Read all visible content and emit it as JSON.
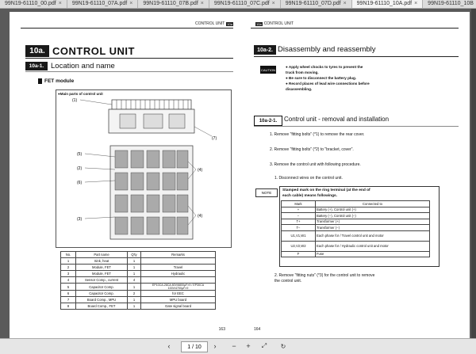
{
  "tabs": [
    "99N19-61110_00.pdf",
    "99N19-61110_07A.pdf",
    "99N19-61110_07B.pdf",
    "99N19-61110_07C.pdf",
    "99N19-61110_07D.pdf",
    "99N19-61110_10A.pdf",
    "99N19-61110_10B"
  ],
  "left_page": {
    "header": "CONTROL UNIT",
    "header_chip": "10a",
    "section_chip": "10a.",
    "section_title": "CONTROL UNIT",
    "sub_chip": "10a-1.",
    "sub_title": "Location and name",
    "module_title": "FET module",
    "diagram_caption": "●Main parts of control unit",
    "diagram_labels": [
      "(1)",
      "(7)",
      "(5)",
      "(2)",
      "(6)",
      "(4)",
      "(3)",
      "(4)"
    ],
    "table_headers": [
      "No.",
      "Part name",
      "Q'ty",
      "Remarks"
    ],
    "table_rows": [
      [
        "1",
        "Sink, heat",
        "1",
        ""
      ],
      [
        "2",
        "Module, FET",
        "1",
        "Travel"
      ],
      [
        "3",
        "Module, FET",
        "1",
        "Hydraulic"
      ],
      [
        "4",
        "Sensor Comp., current",
        "4",
        ""
      ],
      [
        "5",
        "Capacitor Comp.",
        "1",
        "EP10CA-28CA 80V/6800μF×9 / EP30CA 100V/4700μF×9"
      ],
      [
        "6",
        "Capacitor Comp.",
        "2",
        "for EEC"
      ],
      [
        "7",
        "Board Comp., MPU",
        "1",
        "MPU board"
      ],
      [
        "8",
        "Board Comp., FET",
        "1",
        "Gate signal board"
      ]
    ],
    "page_number": "163"
  },
  "right_page": {
    "header": "CONTROL UNIT",
    "header_chip": "10a",
    "section_chip": "10a-2.",
    "section_title": "Disassembly and reassembly",
    "caution_label": "CAUTION",
    "caution_lines": [
      "● Apply wheel chocks to tyres to prevent the",
      "   truck from moving.",
      "● Be sure to disconnect the battery plug.",
      "● Record places of lead wire connections before",
      "   disassembling."
    ],
    "sub_chip": "10a-2-1.",
    "sub_title": "Control unit - removal and installation",
    "steps": [
      "1. Remove \"fitting bolts\" (*1) to remove the rear cover.",
      "2. Remove \"fitting bolts\" (*2) to \"bracket, cover\".",
      "3. Remove the control unit with following procedure.",
      "1. Disconnect wires on the control unit."
    ],
    "note_label": "NOTE",
    "note_text": [
      "Stamped mark on the ring terminal (at the end of",
      "each cable) means followings."
    ],
    "conn_headers": [
      "Mark",
      "Connected to"
    ],
    "conn_rows": [
      [
        "+",
        "Battery (+), Control unit (+)"
      ],
      [
        "−",
        "Battery (−), Control unit (−)"
      ],
      [
        "T+",
        "Transformer (+)"
      ],
      [
        "T−",
        "Transformer (−)"
      ],
      [
        "U1,V1,W1",
        "Each phase for / Travel control unit and motor"
      ],
      [
        "U2,V2,W2",
        "Each phase for / Hydraulic control unit and motor"
      ],
      [
        "F",
        "Fuse"
      ]
    ],
    "step_after": "2. Remove \"fitting nuts\" (*3) for the control unit to remove",
    "step_after2": "   the control unit.",
    "page_number": "164"
  },
  "toolbar": {
    "page_current": "1",
    "page_total": "/ 10"
  }
}
